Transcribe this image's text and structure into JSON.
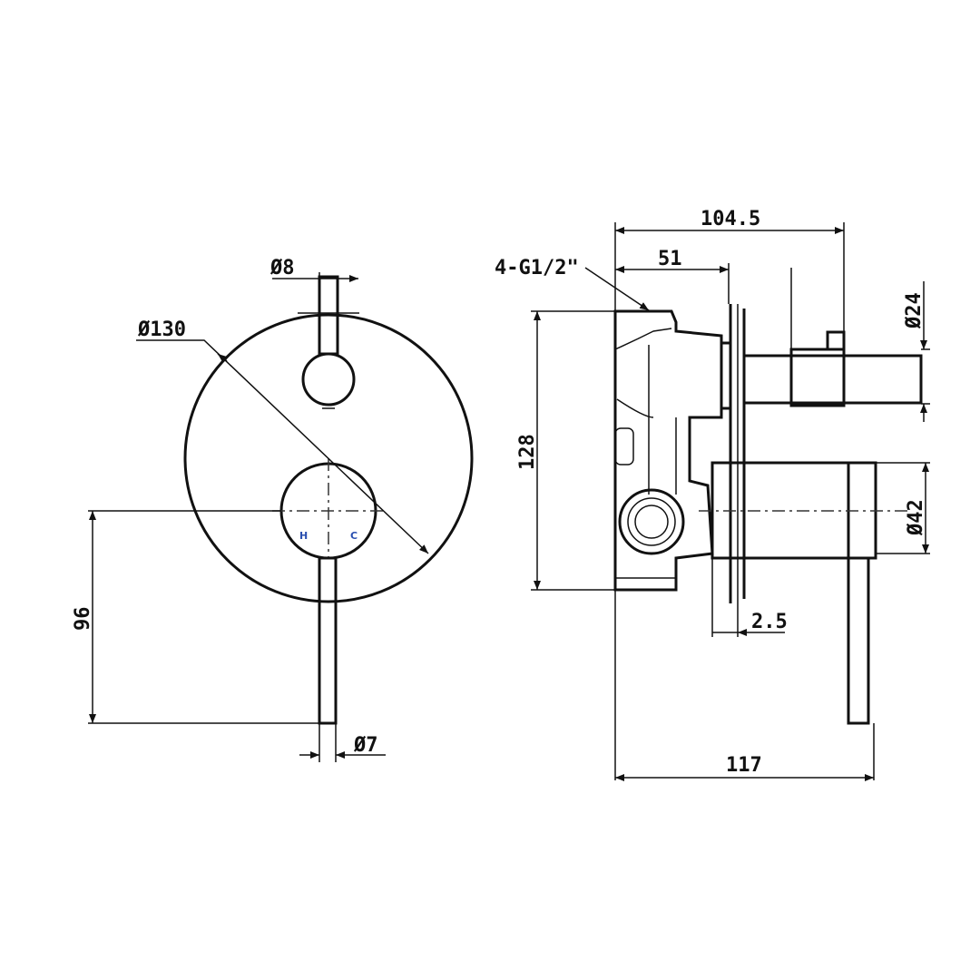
{
  "dimensions": {
    "handle_pin_diameter": "Ø8",
    "plate_diameter": "Ø130",
    "lever_height": "96",
    "lever_diameter": "Ø7",
    "thread_spec": "4-G1/2\"",
    "total_depth_top": "104.5",
    "body_depth": "51",
    "body_height": "128",
    "diverter_diameter": "Ø24",
    "handle_diameter": "Ø42",
    "plate_thickness": "2.5",
    "total_depth_bottom": "117"
  },
  "handle_labels": {
    "hot": "H",
    "cold": "C"
  },
  "colors": {
    "line": "#111111",
    "label_blue": "#2a4fb0"
  }
}
